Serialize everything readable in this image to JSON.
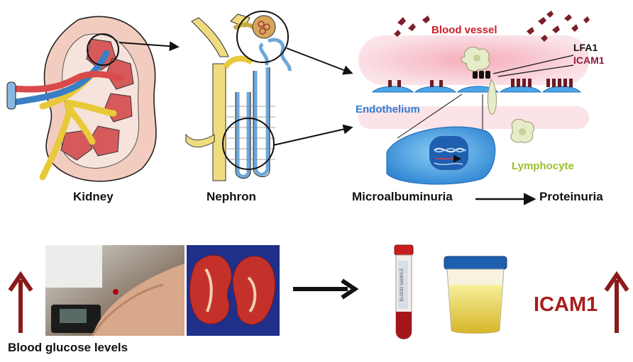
{
  "labels": {
    "kidney": "Kidney",
    "nephron": "Nephron",
    "microalbuminuria": "Microalbuminuria",
    "proteinuria": "Proteinuria",
    "blood_vessel": "Blood vessel",
    "endothelium": "Endothelium",
    "lfa1": "LFA1",
    "icam1_small": "ICAM1",
    "lymphocyte": "Lymphocyte",
    "blood_glucose": "Blood glucose levels",
    "icam1_large": "ICAM1"
  },
  "tube_label_text": "BLOOD SAMPLE",
  "colors": {
    "vessel_pink": "#f2b9c4",
    "endothelium_blue": "#4aa6e6",
    "icam_red": "#a81d1d",
    "lymphocyte_green": "#9bbf2a",
    "kidney_red": "#d65a5a",
    "urine_yellow": "#e3c93a"
  }
}
